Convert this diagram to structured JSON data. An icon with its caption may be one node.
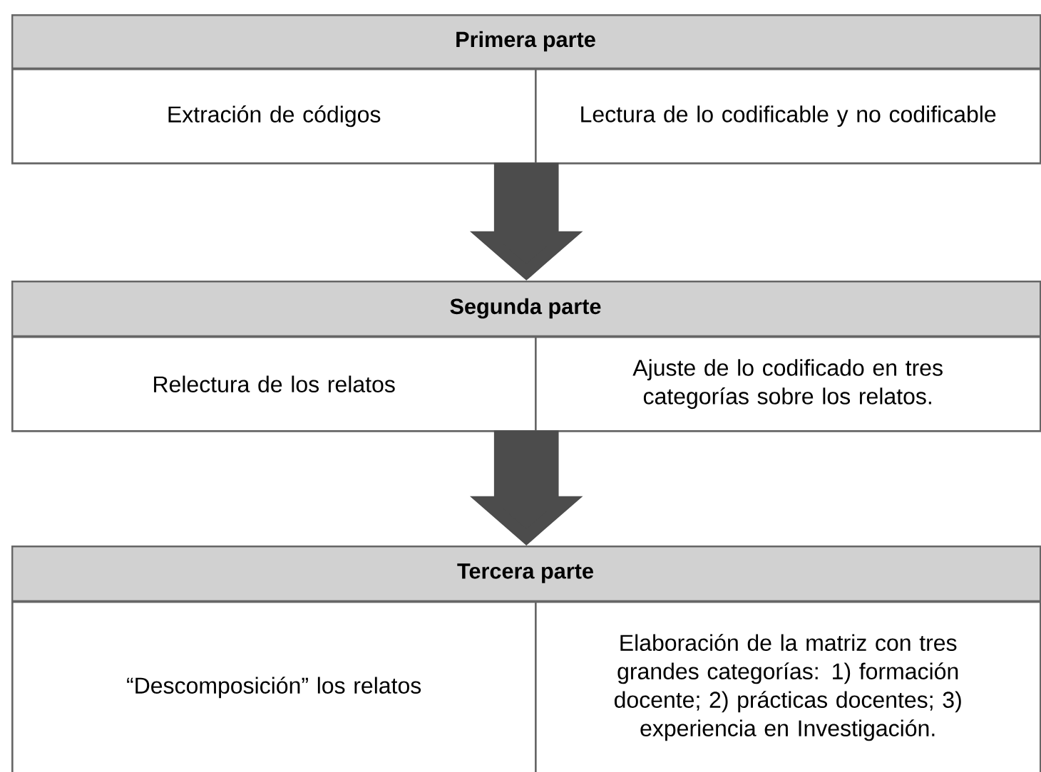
{
  "diagram": {
    "nodes": [
      {
        "text": [
          "Primera parte"
        ]
      },
      {
        "text": [
          "Extración de códigos"
        ],
        "in": 0
      },
      {
        "text": [
          "Lectura de lo codificable y no codificable"
        ],
        "in": 0
      },
      {
        "text": [
          "Segunda parte"
        ]
      },
      {
        "text": [
          "Relectura de los relatos"
        ],
        "in": 3
      },
      {
        "text": [
          "Ajuste de lo codificado en tres categorías sobre los relatos."
        ],
        "in": 3
      },
      {
        "text": [
          "Tercera parte"
        ]
      },
      {
        "text": [
          "“Descomposición” los relatos"
        ],
        "in": 6
      },
      {
        "text": [
          "Elaboración de la matriz con tres grandes categorías: 1) formación docente; 2) prácticas docentes; 3) experiencia en Investigación."
        ],
        "in": 6
      }
    ],
    "edges": [
      {
        "from": 0,
        "to": 3,
        "arrow": "to"
      },
      {
        "from": 3,
        "to": 6,
        "arrow": "to"
      }
    ]
  }
}
